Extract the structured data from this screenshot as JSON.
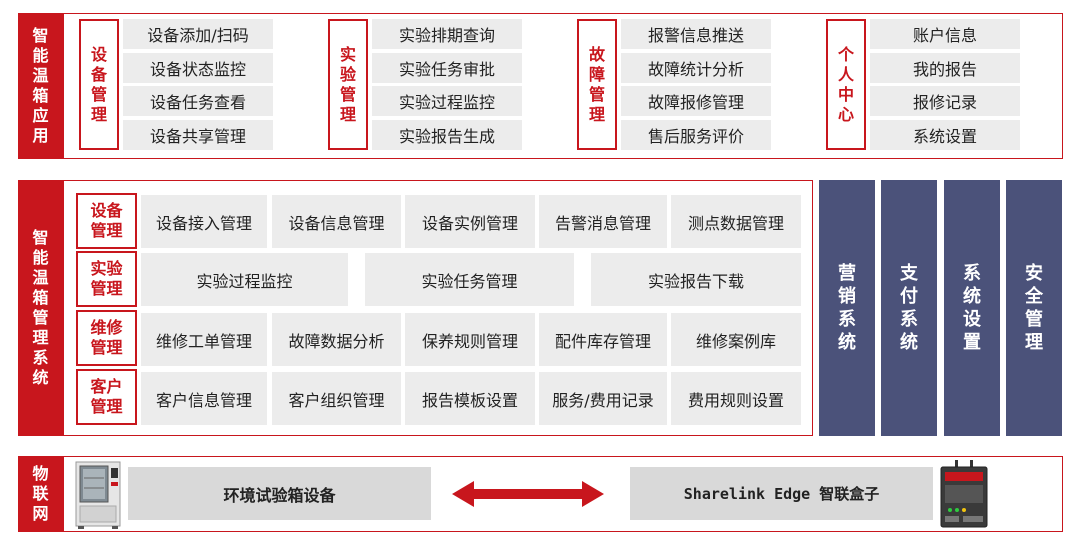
{
  "colors": {
    "brand_red": "#c8161d",
    "panel_gray": "#ececec",
    "column_blue": "#4b527a",
    "iot_gray": "#d9d9d9"
  },
  "sections": {
    "app": "智能温箱应用",
    "mgmt": "智能温箱管理系统",
    "iot": "物联网"
  },
  "app": {
    "groups": [
      {
        "title": "设备管理",
        "items": [
          "设备添加/扫码",
          "设备状态监控",
          "设备任务查看",
          "设备共享管理"
        ]
      },
      {
        "title": "实验管理",
        "items": [
          "实验排期查询",
          "实验任务审批",
          "实验过程监控",
          "实验报告生成"
        ]
      },
      {
        "title": "故障管理",
        "items": [
          "报警信息推送",
          "故障统计分析",
          "故障报修管理",
          "售后服务评价"
        ]
      },
      {
        "title": "个人中心",
        "items": [
          "账户信息",
          "我的报告",
          "报修记录",
          "系统设置"
        ]
      }
    ]
  },
  "mgmt": {
    "rows": [
      {
        "title": "设备管理",
        "items": [
          "设备接入管理",
          "设备信息管理",
          "设备实例管理",
          "告警消息管理",
          "测点数据管理"
        ]
      },
      {
        "title": "实验管理",
        "items": [
          "实验过程监控",
          "实验任务管理",
          "实验报告下载"
        ]
      },
      {
        "title": "维修管理",
        "items": [
          "维修工单管理",
          "故障数据分析",
          "保养规则管理",
          "配件库存管理",
          "维修案例库"
        ]
      },
      {
        "title": "客户管理",
        "items": [
          "客户信息管理",
          "客户组织管理",
          "报告模板设置",
          "服务/费用记录",
          "费用规则设置"
        ]
      }
    ],
    "columns": [
      "营销系统",
      "支付系统",
      "系统设置",
      "安全管理"
    ]
  },
  "iot": {
    "left": "环境试验箱设备",
    "right": "Sharelink Edge 智联盒子"
  }
}
